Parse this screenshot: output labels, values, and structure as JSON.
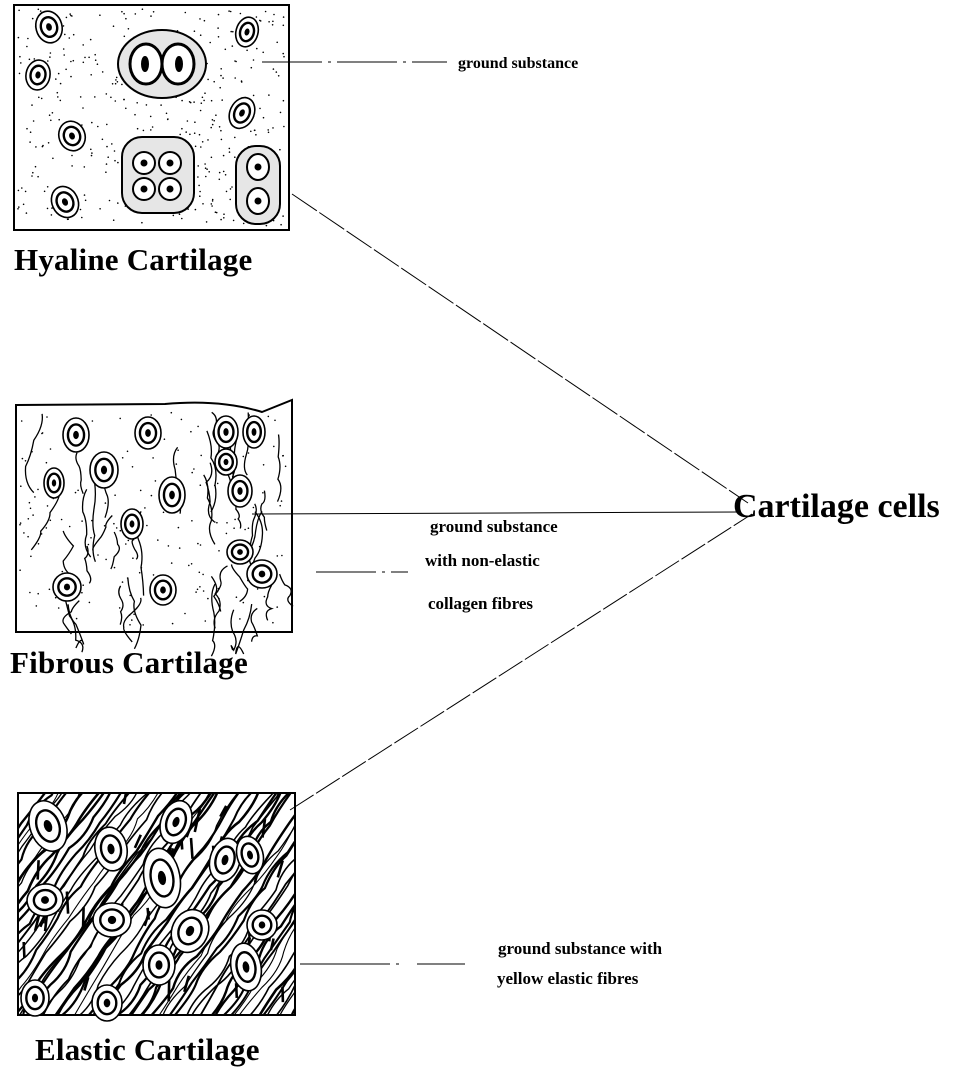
{
  "panels": {
    "hyaline": {
      "title": "Hyaline Cartilage",
      "label": "ground substance"
    },
    "fibrous": {
      "title": "Fibrous Cartilage",
      "label_lines": [
        "ground substance",
        "with non-elastic",
        "collagen fibres"
      ]
    },
    "elastic": {
      "title": "Elastic Cartilage",
      "label_lines": [
        "ground substance with",
        "yellow elastic fibres"
      ]
    }
  },
  "shared_label": "Cartilage cells",
  "colors": {
    "ink": "#000000",
    "background": "#ffffff",
    "cell_shade": "#dcdcdc"
  }
}
